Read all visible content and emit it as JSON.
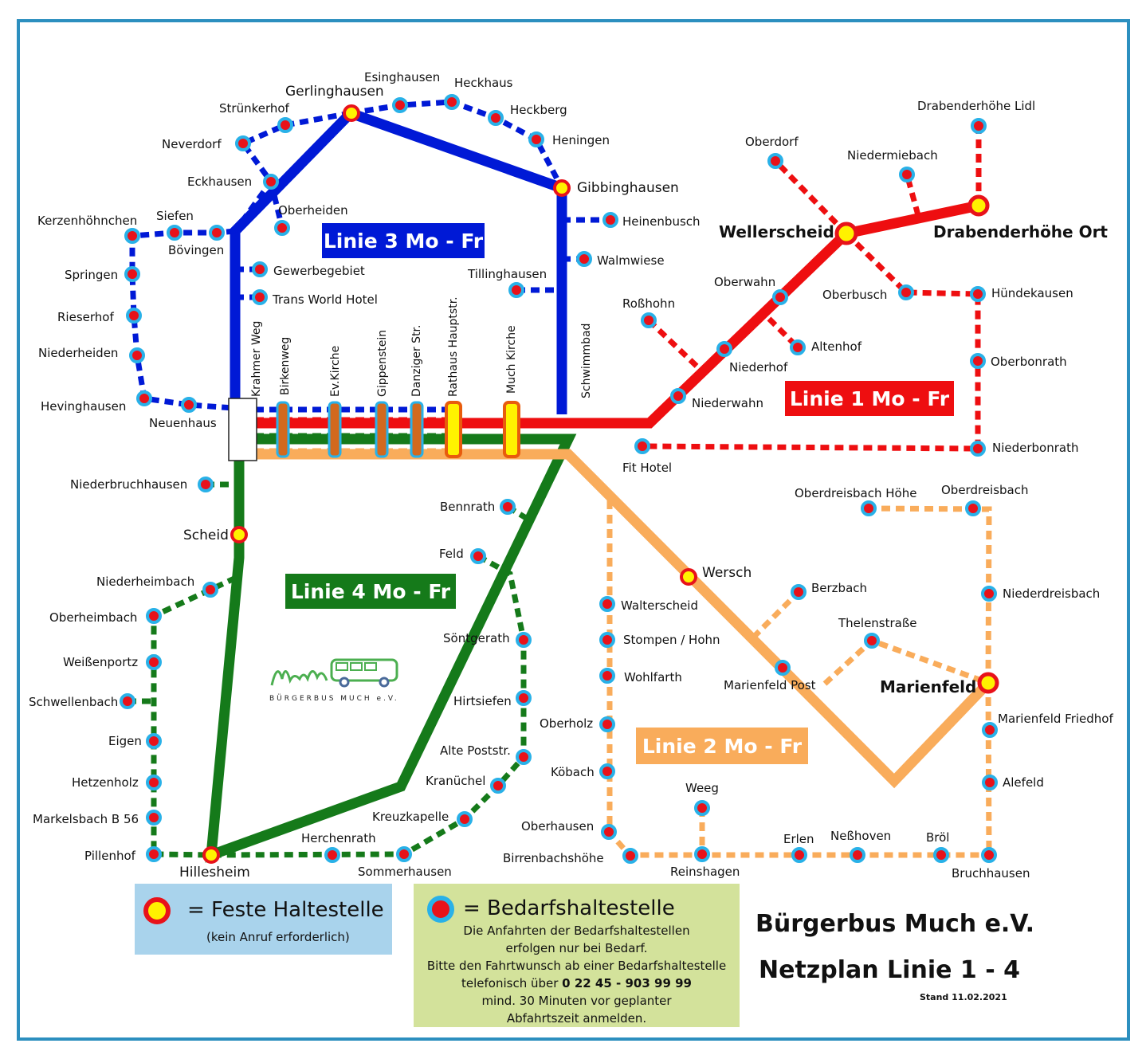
{
  "colors": {
    "line1": "#ee0e10",
    "line2": "#f9ac5b",
    "line3": "#0019d6",
    "line4": "#157a1a",
    "frame": "#2c8fbf",
    "stop_fill": "#e8121a",
    "stop_ring": "#29b1e8",
    "fixed_fill": "#fff200",
    "fixed_ring": "#e8121a"
  },
  "lines": {
    "line1": "Linie 1 Mo - Fr",
    "line2": "Linie 2 Mo - Fr",
    "line3": "Linie 3 Mo - Fr",
    "line4": "Linie 4 Mo - Fr"
  },
  "stops": {
    "gerlinghausen": "Gerlinghausen",
    "esinghausen": "Esinghausen",
    "heckhaus": "Heckhaus",
    "struenkerhof": "Strünkerhof",
    "heckberg": "Heckberg",
    "neverdorf": "Neverdorf",
    "heningen": "Heningen",
    "eckhausen": "Eckhausen",
    "gibbinghausen": "Gibbinghausen",
    "oberheiden": "Oberheiden",
    "kerzenhoehnchen": "Kerzenhöhnchen",
    "siefen": "Siefen",
    "heinenbusch": "Heinenbusch",
    "boevingen": "Bövingen",
    "gewerbegebiet": "Gewerbegebiet",
    "walmwiese": "Walmwiese",
    "springen": "Springen",
    "trans_world": "Trans World Hotel",
    "tillinghausen": "Tillinghausen",
    "rieserhof": "Rieserhof",
    "niederheiden": "Niederheiden",
    "hevinghausen": "Hevinghausen",
    "neuenhaus": "Neuenhaus",
    "krahmer_weg": "Krahmer Weg",
    "birkenweg": "Birkenweg",
    "ev_kirche": "Ev.Kirche",
    "gippenstein": "Gippenstein",
    "danziger": "Danziger Str.",
    "rathaus": "Rathaus Hauptstr.",
    "much_kirche": "Much Kirche",
    "schwimmbad": "Schwimmbad",
    "drabenderhoehe_lidl": "Drabenderhöhe Lidl",
    "oberdorf": "Oberdorf",
    "niedermiebach": "Niedermiebach",
    "wellerscheid": "Wellerscheid",
    "drabenderhoehe_ort": "Drabenderhöhe Ort",
    "oberwahn": "Oberwahn",
    "oberbusch": "Oberbusch",
    "huendekausen": "Hündekausen",
    "rosshohn": "Roßhohn",
    "altenhof": "Altenhof",
    "niederhof": "Niederhof",
    "oberbonrath": "Oberbonrath",
    "niederwahn": "Niederwahn",
    "fit_hotel": "Fit Hotel",
    "niederbonrath": "Niederbonrath",
    "niederbruchhausen": "Niederbruchhausen",
    "scheid": "Scheid",
    "bennrath": "Bennrath",
    "feld": "Feld",
    "niederheimbach": "Niederheimbach",
    "oberheimbach": "Oberheimbach",
    "soentgerath": "Söntgerath",
    "weissenportz": "Weißenportz",
    "schwellenbach": "Schwellenbach",
    "hirtsiefen": "Hirtsiefen",
    "eigen": "Eigen",
    "alte_poststr": "Alte Poststr.",
    "hetzenholz": "Hetzenholz",
    "kranuechel": "Kranüchel",
    "markelsbach": "Markelsbach B 56",
    "kreuzkapelle": "Kreuzkapelle",
    "herchenrath": "Herchenrath",
    "pillenhof": "Pillenhof",
    "hillesheim": "Hillesheim",
    "sommerhausen": "Sommerhausen",
    "oberdreisbach_hoehe": "Oberdreisbach Höhe",
    "oberdreisbach": "Oberdreisbach",
    "wersch": "Wersch",
    "berzbach": "Berzbach",
    "niederdreisbach": "Niederdreisbach",
    "walterscheid": "Walterscheid",
    "thelenstrasse": "Thelenstraße",
    "stompen": "Stompen / Hohn",
    "marienfeld": "Marienfeld",
    "marienfeld_post": "Marienfeld Post",
    "wohlfarth": "Wohlfarth",
    "marienfeld_friedhof": "Marienfeld Friedhof",
    "oberholz": "Oberholz",
    "koebach": "Köbach",
    "alefeld": "Alefeld",
    "weeg": "Weeg",
    "oberhausen": "Oberhausen",
    "erlen": "Erlen",
    "nesshoven": "Neßhoven",
    "broel": "Bröl",
    "birrenbachshoehe": "Birrenbachshöhe",
    "reinshagen": "Reinshagen",
    "bruchhausen": "Bruchhausen"
  },
  "legend": {
    "fixed_title": "= Feste Haltestelle",
    "fixed_note": "(kein Anruf  erforderlich)",
    "demand_title": "= Bedarfshaltestelle",
    "demand_line1": "Die Anfahrten der Bedarfshaltestellen",
    "demand_line2": "erfolgen nur bei Bedarf.",
    "demand_line3": "Bitte den Fahrtwunsch ab einer Bedarfshaltestelle",
    "demand_line4_prefix": "telefonisch über ",
    "demand_phone": "0 22 45 - 903 99 99",
    "demand_line5": "mind. 30 Minuten vor geplanter",
    "demand_line6": "Abfahrtszeit anmelden."
  },
  "title": {
    "org": "Bürgerbus Much e.V.",
    "plan": "Netzplan Linie 1 - 4",
    "date": "Stand 11.02.2021"
  },
  "logo": {
    "text": "BÜRGERBUS MUCH e.V."
  }
}
